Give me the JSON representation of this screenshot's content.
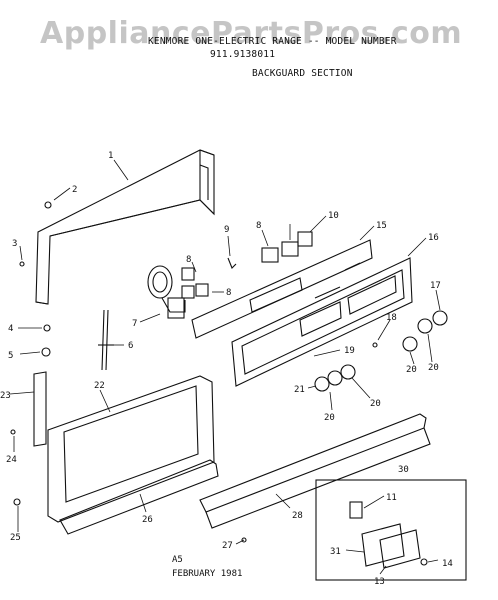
{
  "watermark": "AppliancePartsPros.com",
  "header": {
    "line1": "KENMORE ONE-ELECTRIC RANGE -- MODEL NUMBER",
    "model_number": "911.9138011",
    "section": "BACKGUARD SECTION"
  },
  "callouts": [
    "1",
    "2",
    "3",
    "4",
    "5",
    "6",
    "7",
    "8",
    "8",
    "8",
    "9",
    "10",
    "11",
    "13",
    "14",
    "15",
    "16",
    "17",
    "18",
    "19",
    "20",
    "20",
    "20",
    "20",
    "21",
    "22",
    "23",
    "24",
    "25",
    "26",
    "27",
    "28",
    "30",
    "31"
  ],
  "footer": {
    "line1": "A5",
    "line2": "FEBRUARY 1981"
  },
  "colors": {
    "ink": "#111111",
    "paper": "#ffffff",
    "watermark": "#969696"
  }
}
